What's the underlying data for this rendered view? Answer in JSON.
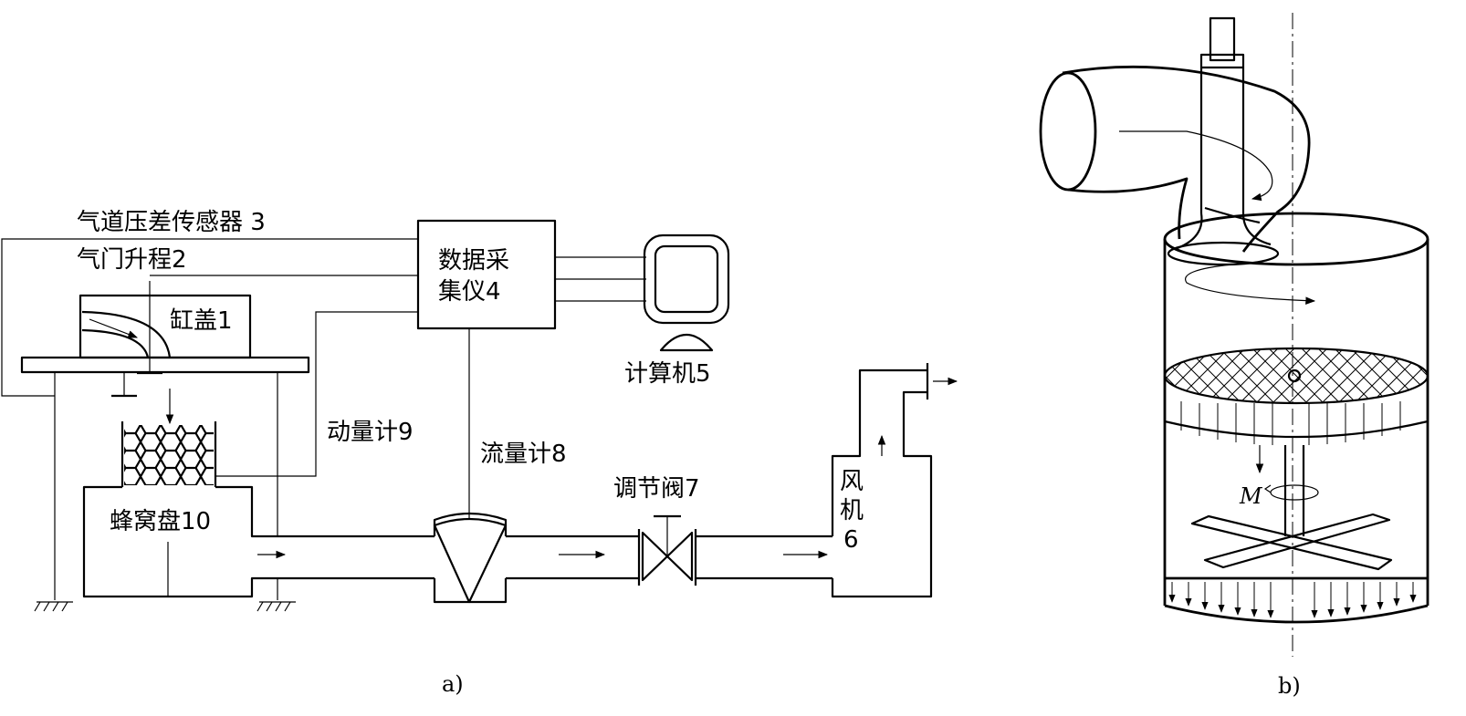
{
  "diagram_a": {
    "caption": "a)",
    "labels": {
      "sensor": "气道压差传感器 3",
      "valve_lift": "气门升程2",
      "cylinder_head": "缸盖1",
      "daq_line1": "数据采",
      "daq_line2": "集仪4",
      "computer": "计算机5",
      "momentum_meter": "动量计9",
      "flow_meter": "流量计8",
      "regulating_valve": "调节阀7",
      "fan_1": "风",
      "fan_2": "机",
      "fan_3": "6",
      "honeycomb": "蜂窝盘10"
    }
  },
  "diagram_b": {
    "caption": "b)",
    "torque_label": "M"
  }
}
